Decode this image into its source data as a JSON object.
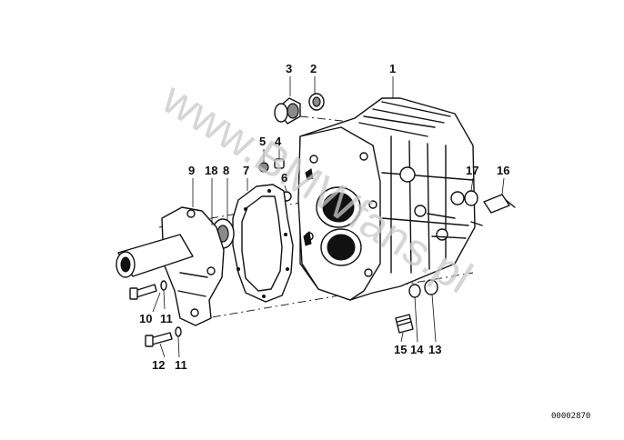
{
  "diagram": {
    "watermark": "www.BMWfans.pl",
    "document_number": "00002870",
    "callouts": [
      "1",
      "2",
      "3",
      "4",
      "5",
      "6",
      "7",
      "8",
      "9",
      "10",
      "11",
      "11",
      "12",
      "13",
      "14",
      "15",
      "16",
      "17",
      "18"
    ]
  }
}
